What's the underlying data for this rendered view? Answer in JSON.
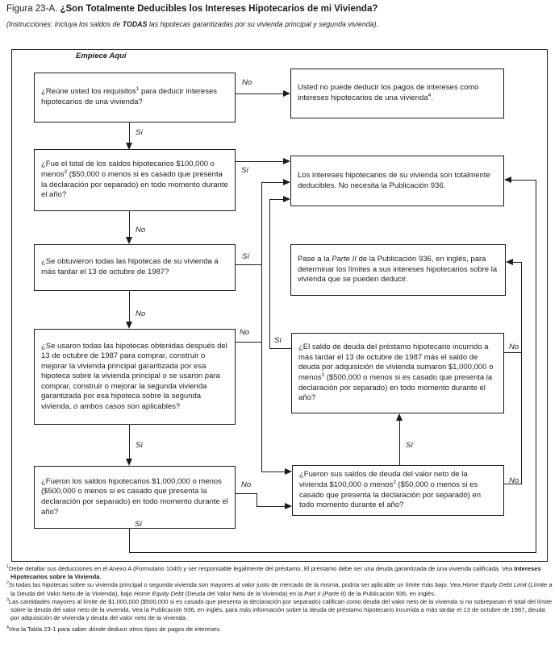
{
  "figure": {
    "title_prefix": "Figura 23-A.",
    "title_main": "¿Son Totalmente Deducibles los Intereses Hipotecarios de mi Vivienda?",
    "subtitle_segments": [
      {
        "t": "(Instrucciones: Incluya los saldos de "
      },
      {
        "t": "TODAS",
        "s": "b"
      },
      {
        "t": " las hipotecas garantizadas por su vivienda principal y segunda vivienda)."
      }
    ],
    "start_label": "Empiece Aquí"
  },
  "labels": {
    "si": "Sí",
    "no": "No"
  },
  "boxes": {
    "q_requisitos": {
      "segments": [
        {
          "t": "¿Reúne usted los requisitos"
        },
        {
          "t": "1",
          "s": "sup"
        },
        {
          "t": " para deducir intereses hipotecarios de una vivienda?"
        }
      ]
    },
    "no_puede_deducir": {
      "segments": [
        {
          "t": "Usted no puede deducir los pagos de intereses como intereses hipotecarios de una vivienda"
        },
        {
          "t": "4",
          "s": "sup"
        },
        {
          "t": "."
        }
      ]
    },
    "q_saldos_100k": {
      "segments": [
        {
          "t": "¿Fue el total de los saldos hipotecarios $100,000 o menos"
        },
        {
          "t": "2",
          "s": "sup"
        },
        {
          "t": " ($50,000 o menos si es casado que presenta la declaración por separado) en todo momento durante el año?"
        }
      ]
    },
    "totalmente_deducibles": {
      "segments": [
        {
          "t": "Los intereses hipotecarios de su vivienda son totalmente deducibles. No necesita la Publicación 936."
        }
      ]
    },
    "q_hipotecas_1987": {
      "segments": [
        {
          "t": "¿Se obtuvieron todas las hipotecas de su vivienda a más tardar el 13 de octubre de 1987?"
        }
      ]
    },
    "pase_parte_ii": {
      "segments": [
        {
          "t": "Pase a la "
        },
        {
          "t": "Parte II",
          "s": "i"
        },
        {
          "t": " de la Publicación 936, en inglés, para determinar los límites a sus intereses hipotecarios sobre la vivienda que se pueden deducir."
        }
      ]
    },
    "q_uso_hipotecas": {
      "segments": [
        {
          "t": "¿Se usaron todas las hipotecas obtenidas después del 13 de octubre de 1987 para comprar, construir o mejorar la vivienda principal garantizada por esa hipoteca sobre la vivienda principal "
        },
        {
          "t": "o",
          "s": "i"
        },
        {
          "t": " se usaron para comprar, construir o mejorar la segunda vivienda garantizada por esa hipoteca sobre la segunda vivienda, "
        },
        {
          "t": "o",
          "s": "i"
        },
        {
          "t": " ambos casos son aplicables?"
        }
      ]
    },
    "q_saldo_deuda_1m": {
      "segments": [
        {
          "t": "¿El saldo de deuda del préstamo hipotecario incurrido a más tardar el 13 de octubre de 1987 más el saldo de deuda por adquisición de vivienda sumaron $1,000,000 o menos"
        },
        {
          "t": "3",
          "s": "sup"
        },
        {
          "t": " ($500,000 o menos si es casado que presenta la declaración por separado) en todo momento durante el año?"
        }
      ]
    },
    "q_saldos_1m": {
      "segments": [
        {
          "t": "¿Fueron los saldos hipotecarios $1,000,000 o menos ($500,000 o menos si es casado que presenta la declaración por separado) en todo momento durante el año?"
        }
      ]
    },
    "q_valor_neto_100k": {
      "segments": [
        {
          "t": "¿Fueron sus saldos de deuda del valor neto de la vivienda $100,000 o menos"
        },
        {
          "t": "2",
          "s": "sup"
        },
        {
          "t": " ($50,000 o menos si es casado que presenta la declaración por separado) en todo momento durante el año?"
        }
      ]
    }
  },
  "footnotes": [
    {
      "segments": [
        {
          "t": "1",
          "s": "sup"
        },
        {
          "t": "Debe detallar sus deducciones en el Anexo A (Formulario 1040) y ser responsable legalmente del préstamo. El préstamo debe ser una deuda garantizada de una vivienda calificada. Vea "
        },
        {
          "t": "Intereses Hipotecarios sobre la Vivienda",
          "s": "b"
        },
        {
          "t": "."
        }
      ]
    },
    {
      "segments": [
        {
          "t": "2",
          "s": "sup"
        },
        {
          "t": "Si todas las hipotecas sobre su vivienda principal o segunda vivienda son mayores al valor justo de mercado de la misma, podría ser aplicable un límite más bajo. Vea "
        },
        {
          "t": "Home Equity Debt Limit",
          "s": "i"
        },
        {
          "t": " (Límite a la Deuda del Valor Neto de la Vivienda), bajo "
        },
        {
          "t": "Home Equity Debt",
          "s": "i"
        },
        {
          "t": " (Deuda del Valor Neto de la Vivienda) en la "
        },
        {
          "t": "Part II (Parte II)",
          "s": "i"
        },
        {
          "t": " de la Publicación 936, en inglés."
        }
      ]
    },
    {
      "segments": [
        {
          "t": "3",
          "s": "sup"
        },
        {
          "t": "Las cantidades mayores al límite de $1,000,000 ($500,000 si es casado que presenta la declaración por separado) califican como deuda del valor neto de la vivienda si no sobrepasan el total del límite sobre la deuda del valor neto de la vivienda. Vea la Publicación 936, en inglés, para más información sobre la deuda de préstamo hipotecario incurrida a más tardar el 13 de octubre de 1987, deuda por adquisición de vivienda y deuda del valor neto de la vivienda."
        }
      ]
    },
    {
      "segments": [
        {
          "t": "4",
          "s": "sup"
        },
        {
          "t": "Vea la Tabla 23-1 para saber dónde deducir otros tipos de pagos de intereses."
        }
      ]
    }
  ]
}
